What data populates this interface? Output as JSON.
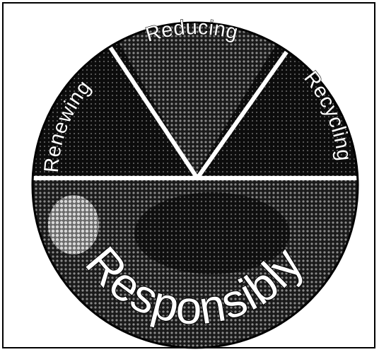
{
  "emblem": {
    "top_left_segment": "Renewing",
    "top_segment": "Reducing",
    "top_right_segment": "Recycling",
    "bottom_segment": "Responsibly"
  },
  "colors": {
    "segment_fill": "#151515",
    "lower_fill": "#2b2b2b",
    "divider": "#ffffff",
    "label_fill": "#ffffff",
    "label_outline": "#000000",
    "frame": "#000000"
  }
}
